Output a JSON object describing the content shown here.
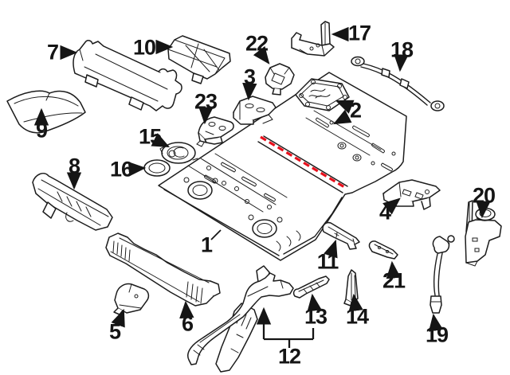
{
  "diagram": {
    "background_color": "#ffffff",
    "line_color": "#1c1c1c",
    "highlight_color": "#e8101c",
    "callouts": [
      {
        "label": "1"
      },
      {
        "label": "2"
      },
      {
        "label": "3"
      },
      {
        "label": "4"
      },
      {
        "label": "5"
      },
      {
        "label": "6"
      },
      {
        "label": "7"
      },
      {
        "label": "8"
      },
      {
        "label": "9"
      },
      {
        "label": "10"
      },
      {
        "label": "11"
      },
      {
        "label": "12"
      },
      {
        "label": "13"
      },
      {
        "label": "14"
      },
      {
        "label": "15"
      },
      {
        "label": "16"
      },
      {
        "label": "17"
      },
      {
        "label": "18"
      },
      {
        "label": "19"
      },
      {
        "label": "20"
      },
      {
        "label": "21"
      },
      {
        "label": "22"
      },
      {
        "label": "23"
      }
    ]
  }
}
